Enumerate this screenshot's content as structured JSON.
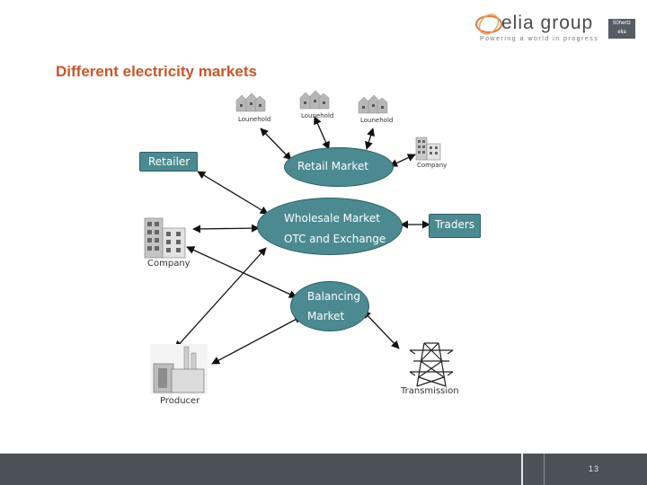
{
  "brand": {
    "name": "elia group",
    "tagline": "Powering a world in progress",
    "side_box": [
      "50hertz",
      "elia"
    ],
    "accent_color": "#c8572a"
  },
  "title": "Different electricity markets",
  "nodes": {
    "retailer": "Retailer",
    "retail_market": "Retail Market",
    "wholesale_line1": "Wholesale Market",
    "wholesale_line2": "OTC and Exchange",
    "traders": "Traders",
    "balancing_line1": "Balancing",
    "balancing_line2": "Market",
    "node_color": "#4b8a91"
  },
  "icons": {
    "household_label": "Lounehold",
    "company_small_label": "Company",
    "company_label": "Company",
    "producer_label": "Producer",
    "transmission_label": "Transmission"
  },
  "footer": {
    "page_number": "13"
  }
}
